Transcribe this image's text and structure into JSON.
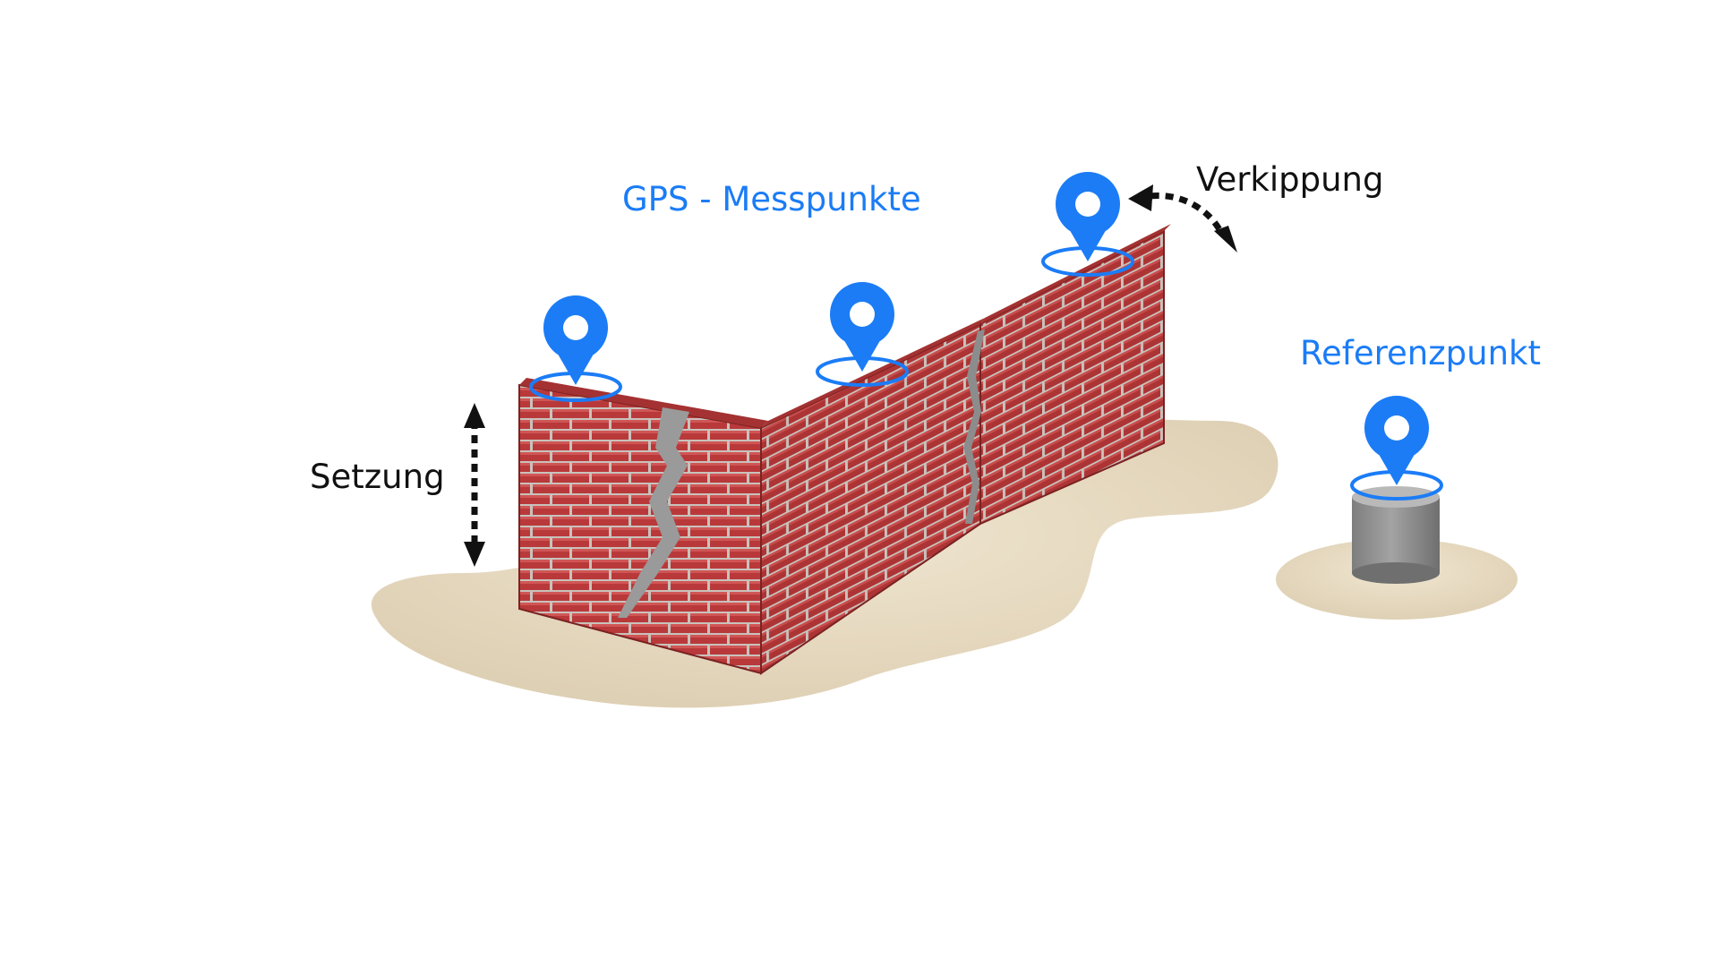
{
  "labels": {
    "gps_points": "GPS - Messpunkte",
    "tilt": "Verkippung",
    "settlement": "Setzung",
    "reference_point": "Referenzpunkt"
  },
  "colors": {
    "accent_blue": "#1b7cf6",
    "brick": "#b83a3a",
    "brick_dark": "#8a2626",
    "mortar": "#cfc6c0",
    "sand": "#e6d9bf",
    "concrete": "#8f8f8f",
    "text": "#111111"
  },
  "icons": {
    "marker": "map-pin-icon",
    "settlement_arrow": "double-arrow-vertical-icon",
    "tilt_arrow": "curved-double-arrow-icon"
  }
}
